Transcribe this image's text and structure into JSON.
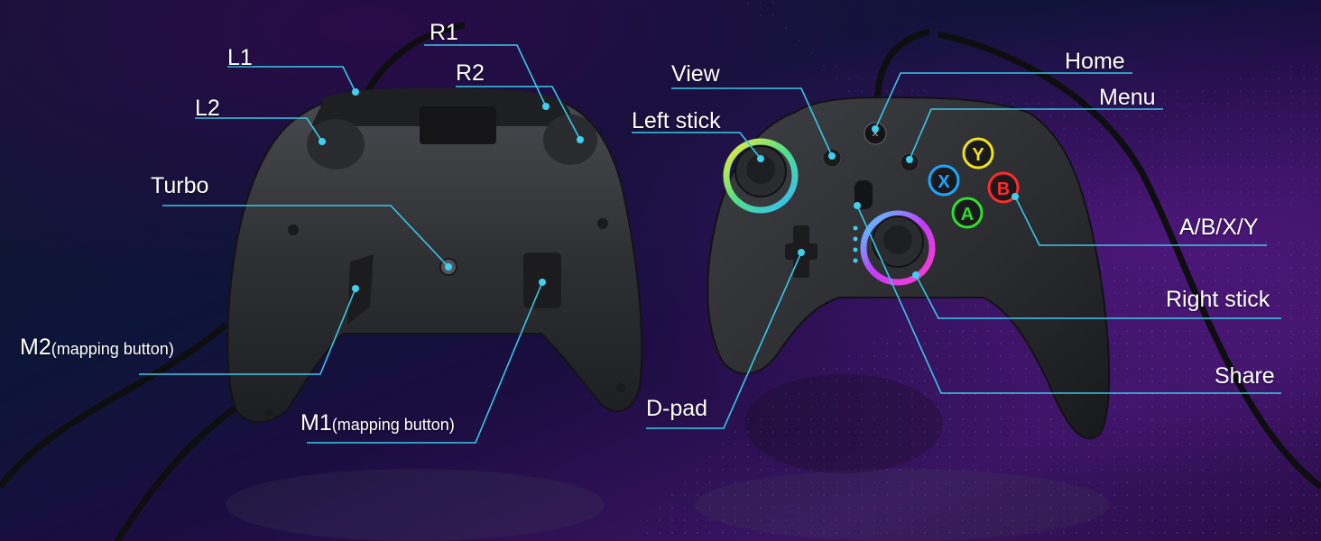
{
  "labels": {
    "l1": "L1",
    "l2": "L2",
    "r1": "R1",
    "r2": "R2",
    "turbo": "Turbo",
    "m2": "M2",
    "m1": "M1",
    "mapping_button": "(mapping button)",
    "view": "View",
    "left_stick": "Left stick",
    "home": "Home",
    "menu": "Menu",
    "abxy": "A/B/X/Y",
    "right_stick": "Right stick",
    "share": "Share",
    "dpad": "D-pad"
  },
  "face_buttons": {
    "y": "Y",
    "x": "X",
    "b": "B",
    "a": "A"
  },
  "colors": {
    "callout_line": "#38c8e8",
    "label_text": "#ffffff",
    "button_y": "#f2e21a",
    "button_x": "#1aa8ff",
    "button_b": "#ff2a2a",
    "button_a": "#2fe02a"
  }
}
